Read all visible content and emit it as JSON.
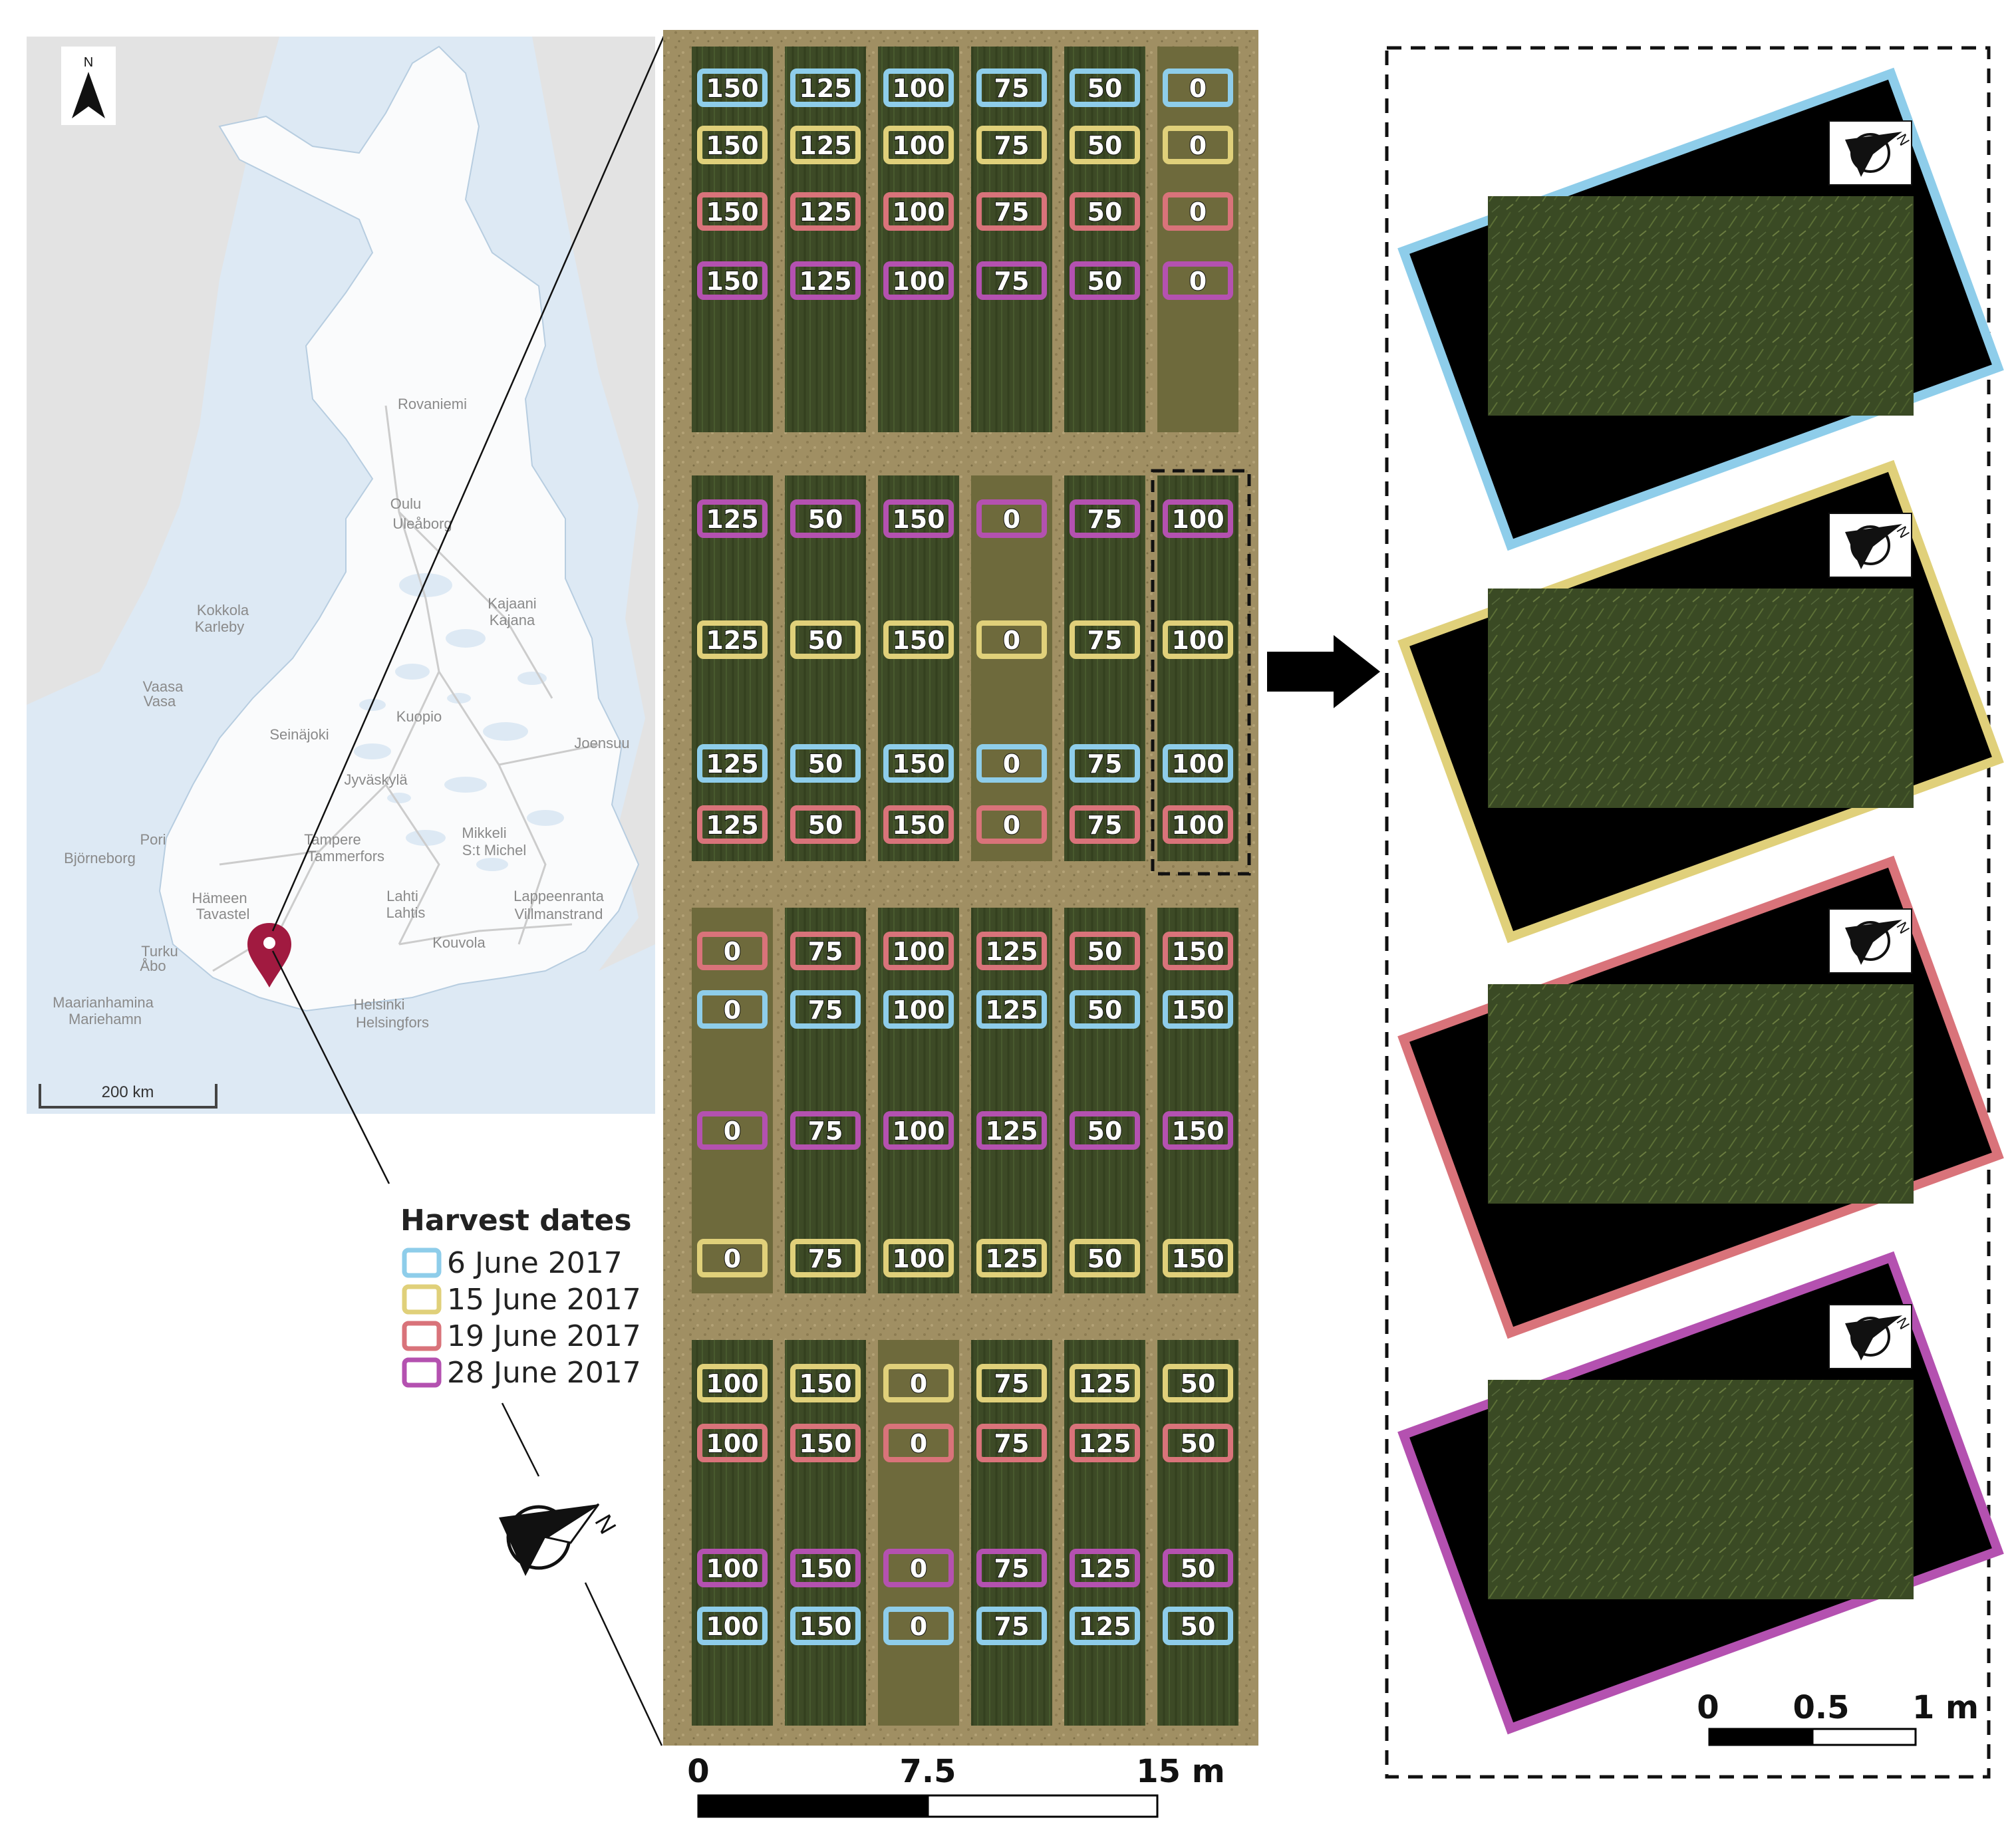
{
  "colors": {
    "june6": "#8ecdea",
    "june15": "#e0d07a",
    "june19": "#d9737a",
    "june28": "#b451b0",
    "field": "#a08f63",
    "plot": "#3d4a26",
    "sea": "#dde9f4",
    "land": "#fafbfc",
    "neighbour": "#e3e3e3",
    "pin": "#a11a40"
  },
  "map": {
    "north_label": "N",
    "scale_label": "200 km",
    "cities": [
      {
        "name": "Rovaniemi"
      },
      {
        "name": "Oulu"
      },
      {
        "name": "Uleåborg"
      },
      {
        "name": "Kokkola"
      },
      {
        "name": "Karleby"
      },
      {
        "name": "Kajaani"
      },
      {
        "name": "Kajana"
      },
      {
        "name": "Vaasa"
      },
      {
        "name": "Vasa"
      },
      {
        "name": "Kuopio"
      },
      {
        "name": "Seinäjoki"
      },
      {
        "name": "Joensuu"
      },
      {
        "name": "Jyväskylä"
      },
      {
        "name": "Pori"
      },
      {
        "name": "Björneborg"
      },
      {
        "name": "Tampere"
      },
      {
        "name": "Tammerfors"
      },
      {
        "name": "Mikkeli"
      },
      {
        "name": "S:t Michel"
      },
      {
        "name": "Hämeen"
      },
      {
        "name": "Tavastel"
      },
      {
        "name": "Lahti"
      },
      {
        "name": "Lahtis"
      },
      {
        "name": "Lappeenranta"
      },
      {
        "name": "Villmanstrand"
      },
      {
        "name": "Kouvola"
      },
      {
        "name": "Turku"
      },
      {
        "name": "Åbo"
      },
      {
        "name": "Maarianhamina"
      },
      {
        "name": "Mariehamn"
      },
      {
        "name": "Helsinki"
      },
      {
        "name": "Helsingfors"
      }
    ]
  },
  "legend": {
    "title": "Harvest dates",
    "items": [
      {
        "label": "6 June 2017",
        "color": "#8ecdea"
      },
      {
        "label": "15 June 2017",
        "color": "#e0d07a"
      },
      {
        "label": "19 June 2017",
        "color": "#d9737a"
      },
      {
        "label": "28 June 2017",
        "color": "#b451b0"
      }
    ]
  },
  "field": {
    "blocks": [
      [
        [
          {
            "v": "150",
            "d": "june6"
          },
          {
            "v": "125",
            "d": "june6"
          },
          {
            "v": "100",
            "d": "june6"
          },
          {
            "v": "75",
            "d": "june6"
          },
          {
            "v": "50",
            "d": "june6"
          },
          {
            "v": "0",
            "d": "june6"
          }
        ],
        [
          {
            "v": "150",
            "d": "june15"
          },
          {
            "v": "125",
            "d": "june15"
          },
          {
            "v": "100",
            "d": "june15"
          },
          {
            "v": "75",
            "d": "june15"
          },
          {
            "v": "50",
            "d": "june15"
          },
          {
            "v": "0",
            "d": "june15"
          }
        ],
        [
          {
            "v": "150",
            "d": "june19"
          },
          {
            "v": "125",
            "d": "june19"
          },
          {
            "v": "100",
            "d": "june19"
          },
          {
            "v": "75",
            "d": "june19"
          },
          {
            "v": "50",
            "d": "june19"
          },
          {
            "v": "0",
            "d": "june19"
          }
        ],
        [
          {
            "v": "150",
            "d": "june28"
          },
          {
            "v": "125",
            "d": "june28"
          },
          {
            "v": "100",
            "d": "june28"
          },
          {
            "v": "75",
            "d": "june28"
          },
          {
            "v": "50",
            "d": "june28"
          },
          {
            "v": "0",
            "d": "june28"
          }
        ]
      ],
      [
        [
          {
            "v": "125",
            "d": "june28"
          },
          {
            "v": "50",
            "d": "june28"
          },
          {
            "v": "150",
            "d": "june28"
          },
          {
            "v": "0",
            "d": "june28"
          },
          {
            "v": "75",
            "d": "june28"
          },
          {
            "v": "100",
            "d": "june28"
          }
        ],
        [
          {
            "v": "125",
            "d": "june15"
          },
          {
            "v": "50",
            "d": "june15"
          },
          {
            "v": "150",
            "d": "june15"
          },
          {
            "v": "0",
            "d": "june15"
          },
          {
            "v": "75",
            "d": "june15"
          },
          {
            "v": "100",
            "d": "june15"
          }
        ],
        [
          {
            "v": "125",
            "d": "june6"
          },
          {
            "v": "50",
            "d": "june6"
          },
          {
            "v": "150",
            "d": "june6"
          },
          {
            "v": "0",
            "d": "june6"
          },
          {
            "v": "75",
            "d": "june6"
          },
          {
            "v": "100",
            "d": "june6"
          }
        ],
        [
          {
            "v": "125",
            "d": "june19"
          },
          {
            "v": "50",
            "d": "june19"
          },
          {
            "v": "150",
            "d": "june19"
          },
          {
            "v": "0",
            "d": "june19"
          },
          {
            "v": "75",
            "d": "june19"
          },
          {
            "v": "100",
            "d": "june19"
          }
        ]
      ],
      [
        [
          {
            "v": "0",
            "d": "june19"
          },
          {
            "v": "75",
            "d": "june19"
          },
          {
            "v": "100",
            "d": "june19"
          },
          {
            "v": "125",
            "d": "june19"
          },
          {
            "v": "50",
            "d": "june19"
          },
          {
            "v": "150",
            "d": "june19"
          }
        ],
        [
          {
            "v": "0",
            "d": "june6"
          },
          {
            "v": "75",
            "d": "june6"
          },
          {
            "v": "100",
            "d": "june6"
          },
          {
            "v": "125",
            "d": "june6"
          },
          {
            "v": "50",
            "d": "june6"
          },
          {
            "v": "150",
            "d": "june6"
          }
        ],
        [
          {
            "v": "0",
            "d": "june28"
          },
          {
            "v": "75",
            "d": "june28"
          },
          {
            "v": "100",
            "d": "june28"
          },
          {
            "v": "125",
            "d": "june28"
          },
          {
            "v": "50",
            "d": "june28"
          },
          {
            "v": "150",
            "d": "june28"
          }
        ],
        [
          {
            "v": "0",
            "d": "june15"
          },
          {
            "v": "75",
            "d": "june15"
          },
          {
            "v": "100",
            "d": "june15"
          },
          {
            "v": "125",
            "d": "june15"
          },
          {
            "v": "50",
            "d": "june15"
          },
          {
            "v": "150",
            "d": "june15"
          }
        ]
      ],
      [
        [
          {
            "v": "100",
            "d": "june15"
          },
          {
            "v": "150",
            "d": "june15"
          },
          {
            "v": "0",
            "d": "june15"
          },
          {
            "v": "75",
            "d": "june15"
          },
          {
            "v": "125",
            "d": "june15"
          },
          {
            "v": "50",
            "d": "june15"
          }
        ],
        [
          {
            "v": "100",
            "d": "june19"
          },
          {
            "v": "150",
            "d": "june19"
          },
          {
            "v": "0",
            "d": "june19"
          },
          {
            "v": "75",
            "d": "june19"
          },
          {
            "v": "125",
            "d": "june19"
          },
          {
            "v": "50",
            "d": "june19"
          }
        ],
        [
          {
            "v": "100",
            "d": "june28"
          },
          {
            "v": "150",
            "d": "june28"
          },
          {
            "v": "0",
            "d": "june28"
          },
          {
            "v": "75",
            "d": "june28"
          },
          {
            "v": "125",
            "d": "june28"
          },
          {
            "v": "50",
            "d": "june28"
          }
        ],
        [
          {
            "v": "100",
            "d": "june6"
          },
          {
            "v": "150",
            "d": "june6"
          },
          {
            "v": "0",
            "d": "june6"
          },
          {
            "v": "75",
            "d": "june6"
          },
          {
            "v": "125",
            "d": "june6"
          },
          {
            "v": "50",
            "d": "june6"
          }
        ]
      ]
    ],
    "scale": {
      "ticks": [
        "0",
        "7.5",
        "15 m"
      ]
    }
  },
  "detail": {
    "panels": [
      {
        "date": "june6"
      },
      {
        "date": "june15"
      },
      {
        "date": "june19"
      },
      {
        "date": "june28"
      }
    ],
    "north_label": "N",
    "scale": {
      "ticks": [
        "0",
        "0.5",
        "1 m"
      ]
    }
  }
}
